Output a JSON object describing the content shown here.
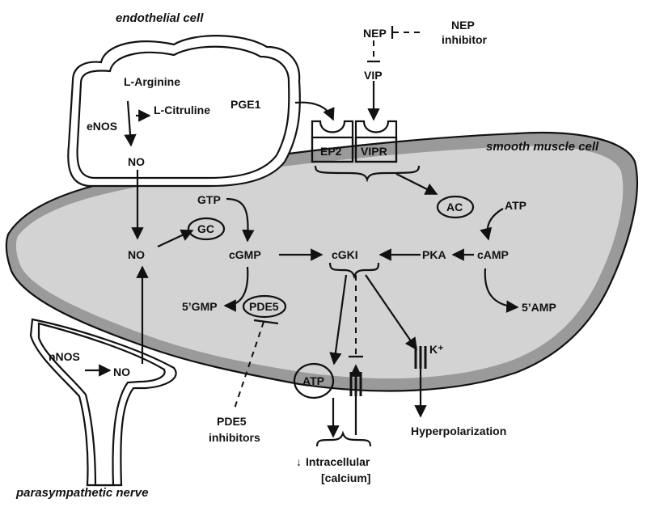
{
  "labels": {
    "endothelial_cell": "endothelial cell",
    "smooth_muscle_cell": "smooth muscle cell",
    "parasympathetic_nerve": "parasympathetic nerve",
    "l_arginine": "L-Arginine",
    "l_citruline": "L-Citruline",
    "enos": "eNOS",
    "pge1": "PGE1",
    "no_endothelial": "NO",
    "no_center": "NO",
    "no_nerve": "NO",
    "nnos": "nNOS",
    "nep": "NEP",
    "nep_inhibitor_line1": "NEP",
    "nep_inhibitor_line2": "inhibitor",
    "vip": "VIP",
    "ep2": "EP2",
    "vipr": "VIPR",
    "gtp": "GTP",
    "gc": "GC",
    "cgmp": "cGMP",
    "gmp5": "5’GMP",
    "pde5": "PDE5",
    "pde5_inhibitors_line1": "PDE5",
    "pde5_inhibitors_line2": "inhibitors",
    "cgki": "cGKI",
    "pka": "PKA",
    "camp": "cAMP",
    "amp5": "5’AMP",
    "ac": "AC",
    "atp_top": "ATP",
    "atp_channel": "ATP",
    "k_plus": "K⁺",
    "hyperpolarization": "Hyperpolarization",
    "calcium_arrow": "↓",
    "intracellular": "Intracellular",
    "calcium": "[calcium]"
  },
  "colors": {
    "cell_fill": "#d3d3d3",
    "cell_edge_shade": "#9a9a9a",
    "line": "#111111",
    "background": "#ffffff"
  }
}
